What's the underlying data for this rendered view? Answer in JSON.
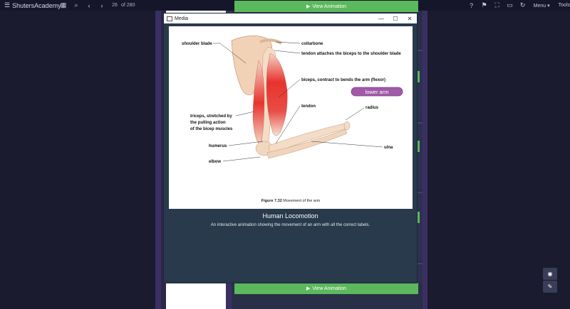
{
  "app": {
    "title": "ShutersAcademy"
  },
  "toolbar": {
    "current_page": "26",
    "total_pages": "of 280",
    "menu_label": "Menu",
    "tools_label": "Tools"
  },
  "animation_buttons": {
    "label": "View Animation"
  },
  "modal": {
    "window_title": "Media",
    "heading": "Human Locomotion",
    "description": "An interactive animation showing the movement of an arm with all the correct labels."
  },
  "figure": {
    "caption_num": "Figure 7.32",
    "caption_text": " Movement of the arm",
    "labels": {
      "shoulder_blade": "shoulder blade",
      "collarbone": "collarbone",
      "tendon_biceps": "tendon attaches the biceps to the shoulder blade",
      "biceps": "biceps, contract to bends the arm (flexor)",
      "lower_arm": "lower arm",
      "tendon": "tendon",
      "radius": "radius",
      "triceps_1": "triceps, stretched by",
      "triceps_2": "the pulling action",
      "triceps_3": "of the bicep muscles",
      "humerus": "humerus",
      "ulna": "ulna",
      "elbow": "elbow"
    }
  },
  "colors": {
    "accent_green": "#5cb85c",
    "modal_bg": "#283a4c",
    "lower_arm_badge": "#a05aa8"
  }
}
